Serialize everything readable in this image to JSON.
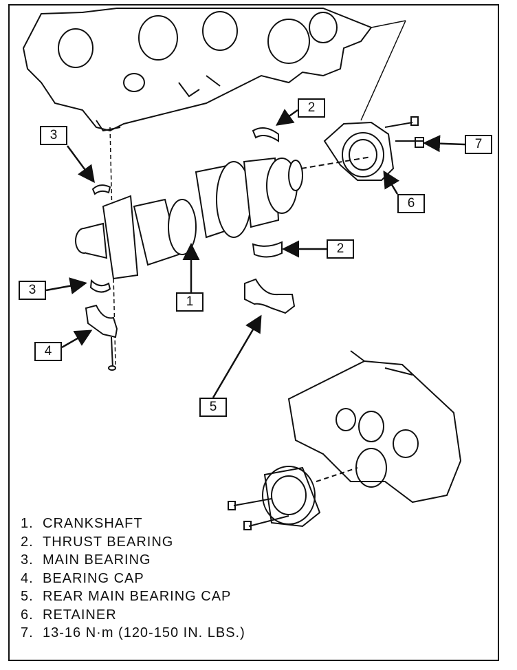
{
  "callouts": [
    {
      "id": "c2a",
      "label": "2"
    },
    {
      "id": "c3a",
      "label": "3"
    },
    {
      "id": "c7",
      "label": "7"
    },
    {
      "id": "c6",
      "label": "6"
    },
    {
      "id": "c2b",
      "label": "2"
    },
    {
      "id": "c3b",
      "label": "3"
    },
    {
      "id": "c1",
      "label": "1"
    },
    {
      "id": "c4",
      "label": "4"
    },
    {
      "id": "c5",
      "label": "5"
    }
  ],
  "legend": [
    {
      "num": "1.",
      "text": "CRANKSHAFT"
    },
    {
      "num": "2.",
      "text": "THRUST BEARING"
    },
    {
      "num": "3.",
      "text": "MAIN BEARING"
    },
    {
      "num": "4.",
      "text": "BEARING CAP"
    },
    {
      "num": "5.",
      "text": "REAR MAIN BEARING CAP"
    },
    {
      "num": "6.",
      "text": "RETAINER"
    },
    {
      "num": "7.",
      "text": "13-16 N·m (120-150 IN. LBS.)"
    }
  ]
}
